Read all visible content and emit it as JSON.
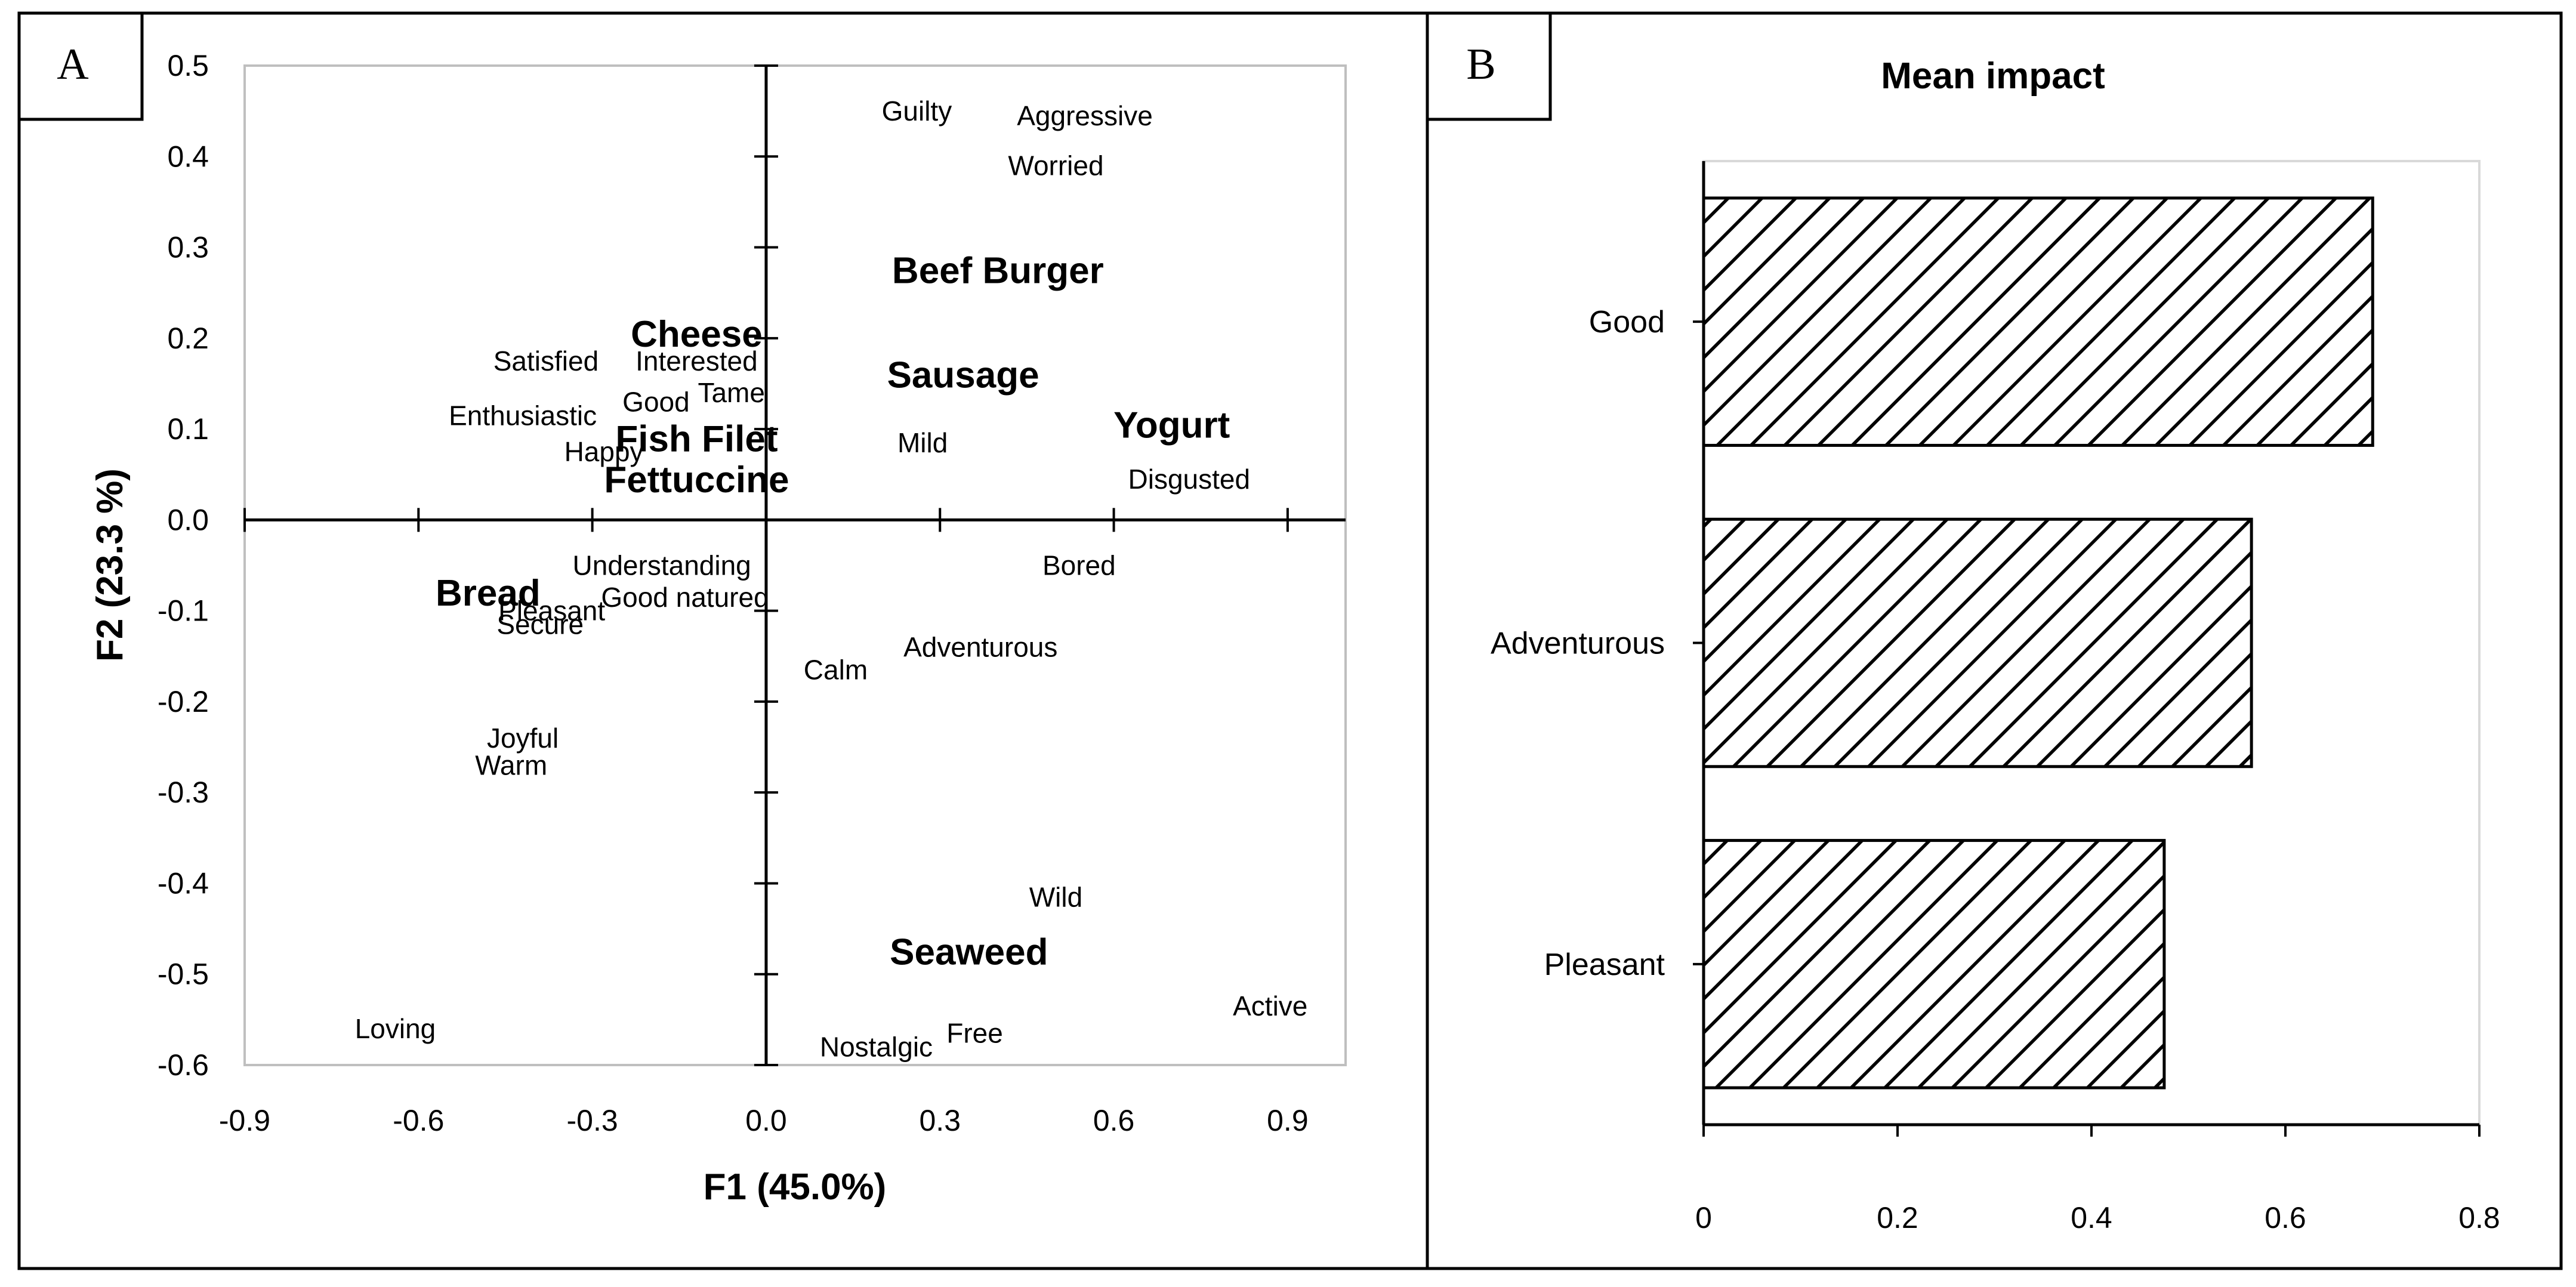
{
  "chart_data": [
    {
      "panel": "A",
      "type": "scatter",
      "xlabel": "F1 (45.0%)",
      "ylabel": "F2 (23.3 %)",
      "xlim": [
        -0.9,
        1.0
      ],
      "ylim": [
        -0.6,
        0.5
      ],
      "xticks": [
        "-0.9",
        "-0.6",
        "-0.3",
        "0.0",
        "0.3",
        "0.6",
        "0.9"
      ],
      "yticks": [
        "0.5",
        "0.4",
        "0.3",
        "0.2",
        "0.1",
        "0.0",
        "-0.1",
        "-0.2",
        "-0.3",
        "-0.4",
        "-0.5",
        "-0.6"
      ],
      "foods": [
        {
          "label": "Beef Burger",
          "x": 0.4,
          "y": 0.275
        },
        {
          "label": "Sausage",
          "x": 0.34,
          "y": 0.16
        },
        {
          "label": "Yogurt",
          "x": 0.7,
          "y": 0.105
        },
        {
          "label": "Cheese",
          "x": -0.12,
          "y": 0.205
        },
        {
          "label": "Fish Filet",
          "x": -0.12,
          "y": 0.09
        },
        {
          "label": "Fettuccine",
          "x": -0.12,
          "y": 0.045
        },
        {
          "label": "Bread",
          "x": -0.48,
          "y": -0.08
        },
        {
          "label": "Seaweed",
          "x": 0.35,
          "y": -0.475
        }
      ],
      "emotions": [
        {
          "label": "Guilty",
          "x": 0.26,
          "y": 0.45
        },
        {
          "label": "Aggressive",
          "x": 0.55,
          "y": 0.445
        },
        {
          "label": "Worried",
          "x": 0.5,
          "y": 0.39
        },
        {
          "label": "Satisfied",
          "x": -0.38,
          "y": 0.175
        },
        {
          "label": "Interested",
          "x": -0.12,
          "y": 0.175
        },
        {
          "label": "Tame",
          "x": -0.06,
          "y": 0.14
        },
        {
          "label": "Good",
          "x": -0.19,
          "y": 0.13
        },
        {
          "label": "Enthusiastic",
          "x": -0.42,
          "y": 0.115
        },
        {
          "label": "Happy",
          "x": -0.28,
          "y": 0.075
        },
        {
          "label": "Mild",
          "x": 0.27,
          "y": 0.085
        },
        {
          "label": "Disgusted",
          "x": 0.73,
          "y": 0.045
        },
        {
          "label": "Understanding",
          "x": -0.18,
          "y": -0.05
        },
        {
          "label": "Bored",
          "x": 0.54,
          "y": -0.05
        },
        {
          "label": "Good natured",
          "x": -0.14,
          "y": -0.085
        },
        {
          "label": "Pleasant",
          "x": -0.37,
          "y": -0.1
        },
        {
          "label": "Secure",
          "x": -0.39,
          "y": -0.115
        },
        {
          "label": "Adventurous",
          "x": 0.37,
          "y": -0.14
        },
        {
          "label": "Calm",
          "x": 0.12,
          "y": -0.165
        },
        {
          "label": "Joyful",
          "x": -0.42,
          "y": -0.24
        },
        {
          "label": "Warm",
          "x": -0.44,
          "y": -0.27
        },
        {
          "label": "Wild",
          "x": 0.5,
          "y": -0.415
        },
        {
          "label": "Active",
          "x": 0.87,
          "y": -0.535
        },
        {
          "label": "Free",
          "x": 0.36,
          "y": -0.565
        },
        {
          "label": "Loving",
          "x": -0.64,
          "y": -0.56
        },
        {
          "label": "Nostalgic",
          "x": 0.19,
          "y": -0.58
        }
      ]
    },
    {
      "panel": "B",
      "type": "bar",
      "orientation": "horizontal",
      "title": "Mean impact",
      "categories": [
        "Good",
        "Adventurous",
        "Pleasant"
      ],
      "values": [
        0.69,
        0.565,
        0.475
      ],
      "xlim": [
        0,
        0.8
      ],
      "xticks": [
        "0",
        "0.2",
        "0.4",
        "0.6",
        "0.8"
      ],
      "fill": "diagonal-hatch"
    }
  ],
  "colors": {
    "ink": "#000000",
    "background": "#ffffff",
    "gridline": "#d9d9d9"
  }
}
